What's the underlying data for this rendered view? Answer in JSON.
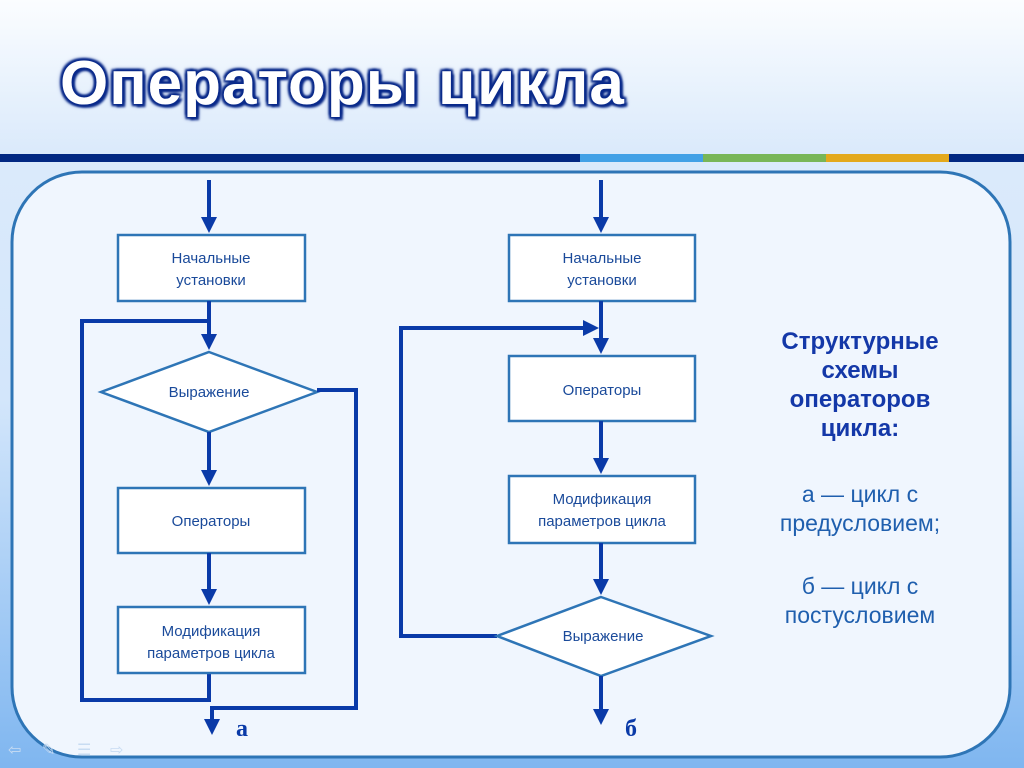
{
  "title": "Операторы цикла",
  "colors": {
    "stripe_main": "#022882",
    "stripe_blue": "#42a1e6",
    "stripe_green": "#78b657",
    "stripe_orange": "#e3a91d",
    "line": "#0a3aa8",
    "box_border": "#2e75b6"
  },
  "diagram_a": {
    "init": [
      "Начальные",
      "установки"
    ],
    "condition": "Выражение",
    "body": "Операторы",
    "modify": [
      "Модификация",
      "параметров цикла"
    ],
    "label": "а"
  },
  "diagram_b": {
    "init": [
      "Начальные",
      "установки"
    ],
    "body": "Операторы",
    "modify": [
      "Модификация",
      "параметров цикла"
    ],
    "condition": "Выражение",
    "label": "б"
  },
  "side": {
    "heading": [
      "Структурные",
      "схемы",
      "операторов",
      "цикла:"
    ],
    "item_a": [
      "а — цикл с",
      "предусловием;"
    ],
    "item_b": [
      "б — цикл с",
      "постусловием"
    ]
  },
  "nav_icons": [
    "arrow-left-icon",
    "pen-icon",
    "menu-icon",
    "arrow-right-icon"
  ]
}
